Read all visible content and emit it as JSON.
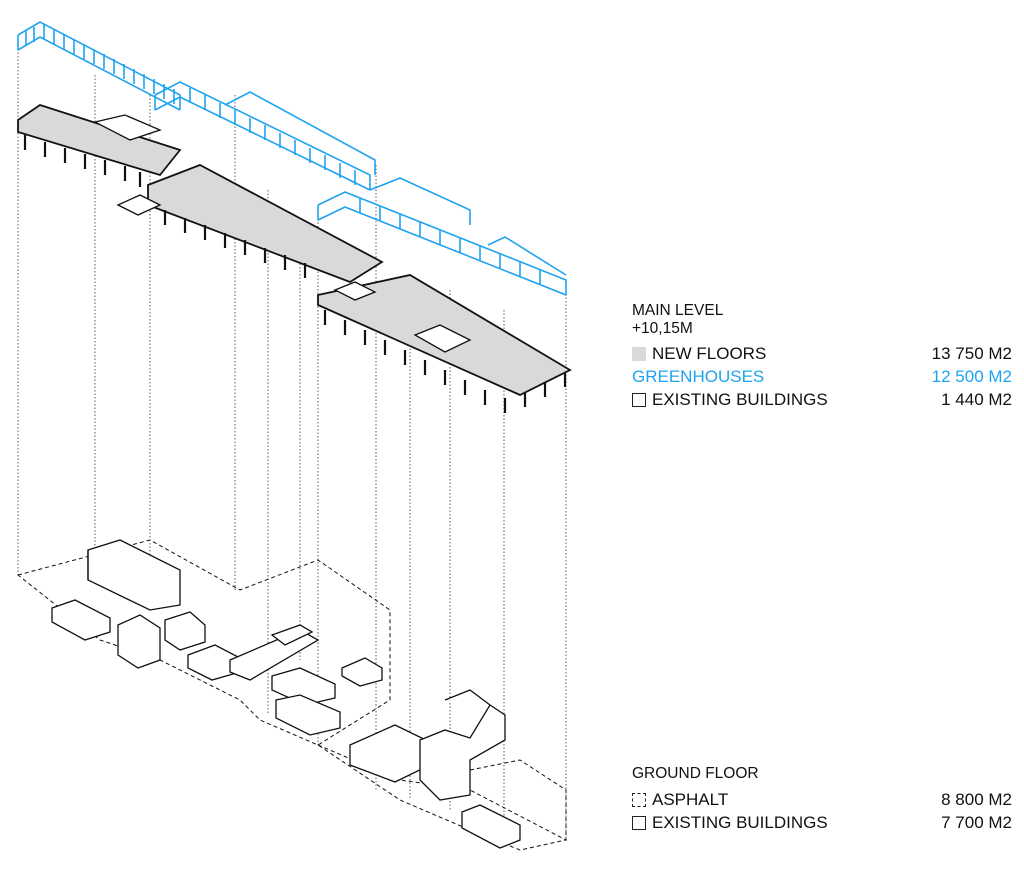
{
  "main_level": {
    "heading_line1": "MAIN LEVEL",
    "heading_line2": "+10,15M",
    "items": [
      {
        "label": "NEW FLOORS",
        "value": "13 750 M2",
        "swatch": "filled-grey",
        "color": "#d9d9d9"
      },
      {
        "label": "GREENHOUSES",
        "value": "12 500 M2",
        "swatch": "none",
        "color": "#1fa3f0"
      },
      {
        "label": "EXISTING BUILDINGS",
        "value": "1 440 M2",
        "swatch": "outline"
      }
    ]
  },
  "ground_floor": {
    "heading": "GROUND FLOOR",
    "items": [
      {
        "label": "ASPHALT",
        "value": "8 800 M2",
        "swatch": "dashed-outline"
      },
      {
        "label": "EXISTING BUILDINGS",
        "value": "7 700 M2",
        "swatch": "outline"
      }
    ]
  },
  "colors": {
    "greenhouse": "#1fa3f0",
    "new_floor_fill": "#d9d9d9",
    "line": "#111111"
  }
}
